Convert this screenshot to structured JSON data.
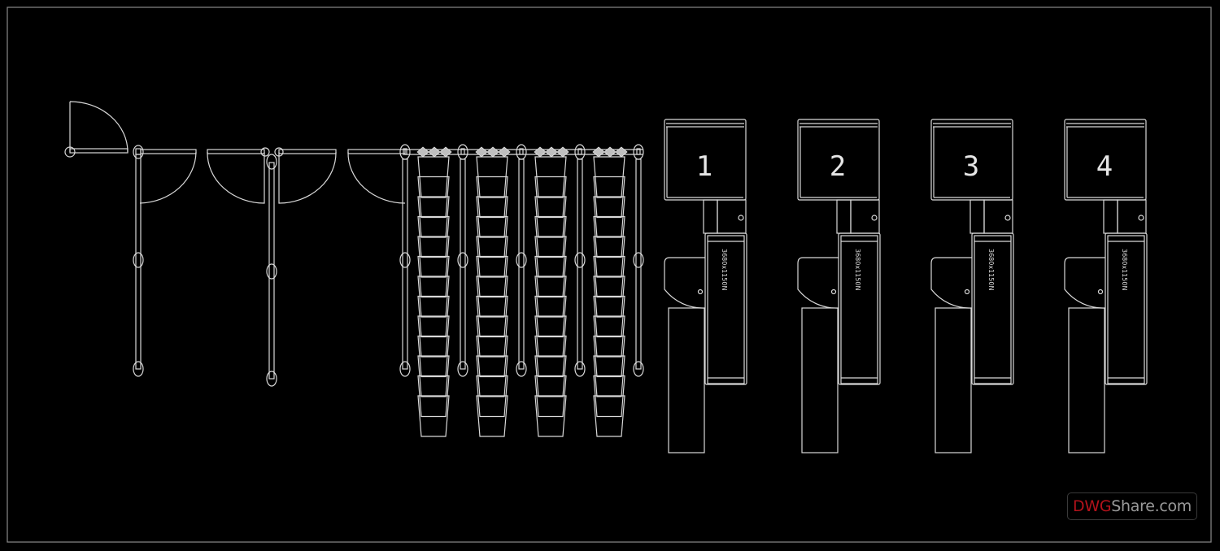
{
  "drawing": {
    "background": "#000000",
    "line_color": "#d9d9d9",
    "frame_color": "#8a8a8a"
  },
  "units": [
    {
      "number": "1",
      "dimension_label": "3680x1150N"
    },
    {
      "number": "2",
      "dimension_label": "3680x1150N"
    },
    {
      "number": "3",
      "dimension_label": "3680x1150N"
    },
    {
      "number": "4",
      "dimension_label": "3680x1150N"
    }
  ],
  "watermark": {
    "brand_red": "DWG",
    "brand_rest": "Share.com",
    "red_color": "#b3121b",
    "grey_color": "#9a9a9a"
  }
}
